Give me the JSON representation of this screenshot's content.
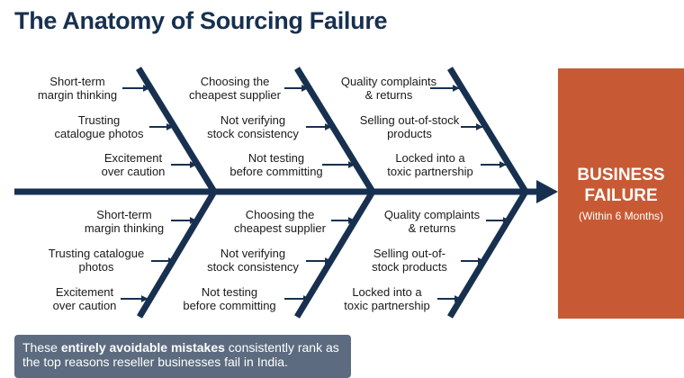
{
  "title": "The Anatomy of Sourcing Failure",
  "outcome": {
    "line1": "BUSINESS",
    "line2": "FAILURE",
    "sub": "(Within 6 Months)"
  },
  "top_causes": [
    "Short-term\nmargin thinking",
    "Choosing the\ncheapest supplier",
    "Quality complaints\n& returns",
    "Trusting\ncatalogue photos",
    "Not verifying\nstock consistency",
    "Selling out-of-stock\nproducts",
    "Excitement\nover caution",
    "Not testing\nbefore committing",
    "Locked into a\ntoxic partnership"
  ],
  "bottom_causes": [
    "Short-term\nmargin thinking",
    "Choosing the\ncheapest supplier",
    "Quality complaints\n& returns",
    "Trusting catalogue\nphotos",
    "Not verifying\nstock consistency",
    "Selling out-of-\nstock products",
    "Excitement\nover caution",
    "Not testing\nbefore committing",
    "Locked into a\ntoxic partnership"
  ],
  "caption": {
    "before": "These ",
    "bold": "entirely avoidable mistakes",
    "after": " consistently rank as the top reasons reseller businesses fail in India."
  },
  "colors": {
    "navy": "#17304f",
    "outcome": "#c75a34",
    "caption_bg": "#5c6b7f"
  }
}
